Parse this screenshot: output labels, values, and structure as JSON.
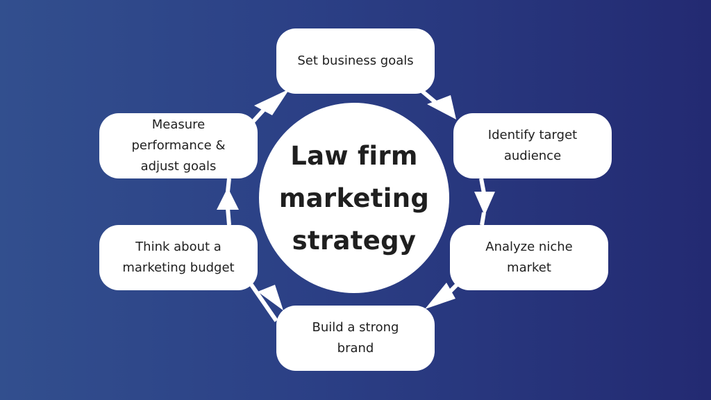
{
  "diagram": {
    "center_title": "Law firm marketing strategy",
    "steps": [
      {
        "label": "Set business goals"
      },
      {
        "label": "Identify target audience"
      },
      {
        "label": "Analyze niche market"
      },
      {
        "label": "Build a strong brand"
      },
      {
        "label": "Think about a marketing budget"
      },
      {
        "label": "Measure performance & adjust goals"
      }
    ]
  },
  "colors": {
    "background_start": "#324f8e",
    "background_end": "#232a72",
    "node_fill": "#ffffff",
    "text": "#1f1f1f",
    "arrow": "#ffffff"
  }
}
